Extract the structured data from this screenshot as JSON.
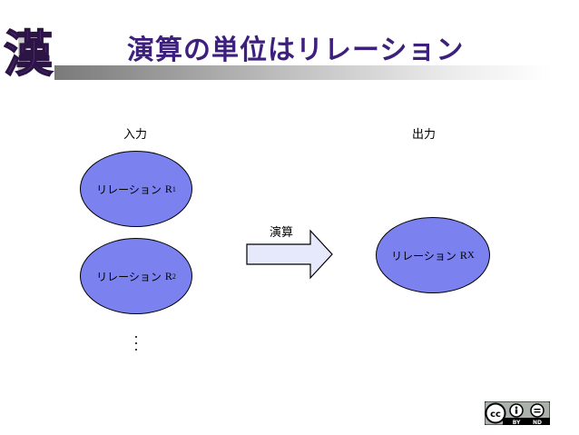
{
  "slide": {
    "title": "演算の単位はリレーション",
    "input_label": "入力",
    "output_label": "出力",
    "operation_label": "演算",
    "relations": [
      {
        "name": "リレーション",
        "symbol": "R",
        "sub": "1"
      },
      {
        "name": "リレーション",
        "symbol": "R",
        "sub": "2"
      },
      {
        "name": "リレーション",
        "symbol": "R",
        "sub": "X"
      }
    ],
    "ellipsis": "⋮",
    "license": {
      "badge_left": "BY",
      "badge_right": "ND"
    }
  },
  "colors": {
    "title": "#3d1f7e",
    "ellipse_fill": "#7b82f0",
    "arrow_fill": "#e6e8fb",
    "logo": "#5b2a86"
  },
  "icons": [
    "kanji-logo-icon",
    "right-arrow-icon",
    "cc-by-nd-icon"
  ]
}
